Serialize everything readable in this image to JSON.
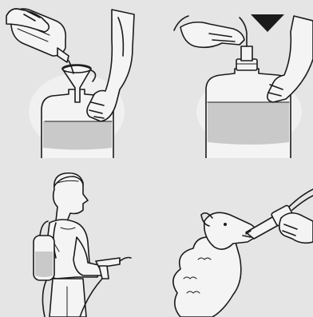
{
  "figure": {
    "colors": {
      "background": "#e5e5e5",
      "ink": "#1b1b1b",
      "liquid": "#c9c9c9"
    },
    "panels": [
      {
        "id": "pour-into-container",
        "icons": [
          "bottle-icon",
          "funnel-icon",
          "hand-icon",
          "canister-icon"
        ]
      },
      {
        "id": "attach-tube-to-cap",
        "icons": [
          "down-arrow-icon",
          "hand-icon",
          "cap-fitting-icon",
          "canister-icon"
        ]
      },
      {
        "id": "wear-backpack-applicator",
        "icons": [
          "operator-icon",
          "backpack-icon",
          "applicator-gun-icon"
        ]
      },
      {
        "id": "drench-sheep",
        "icons": [
          "sheep-icon",
          "drench-gun-icon",
          "hand-icon"
        ]
      }
    ]
  }
}
